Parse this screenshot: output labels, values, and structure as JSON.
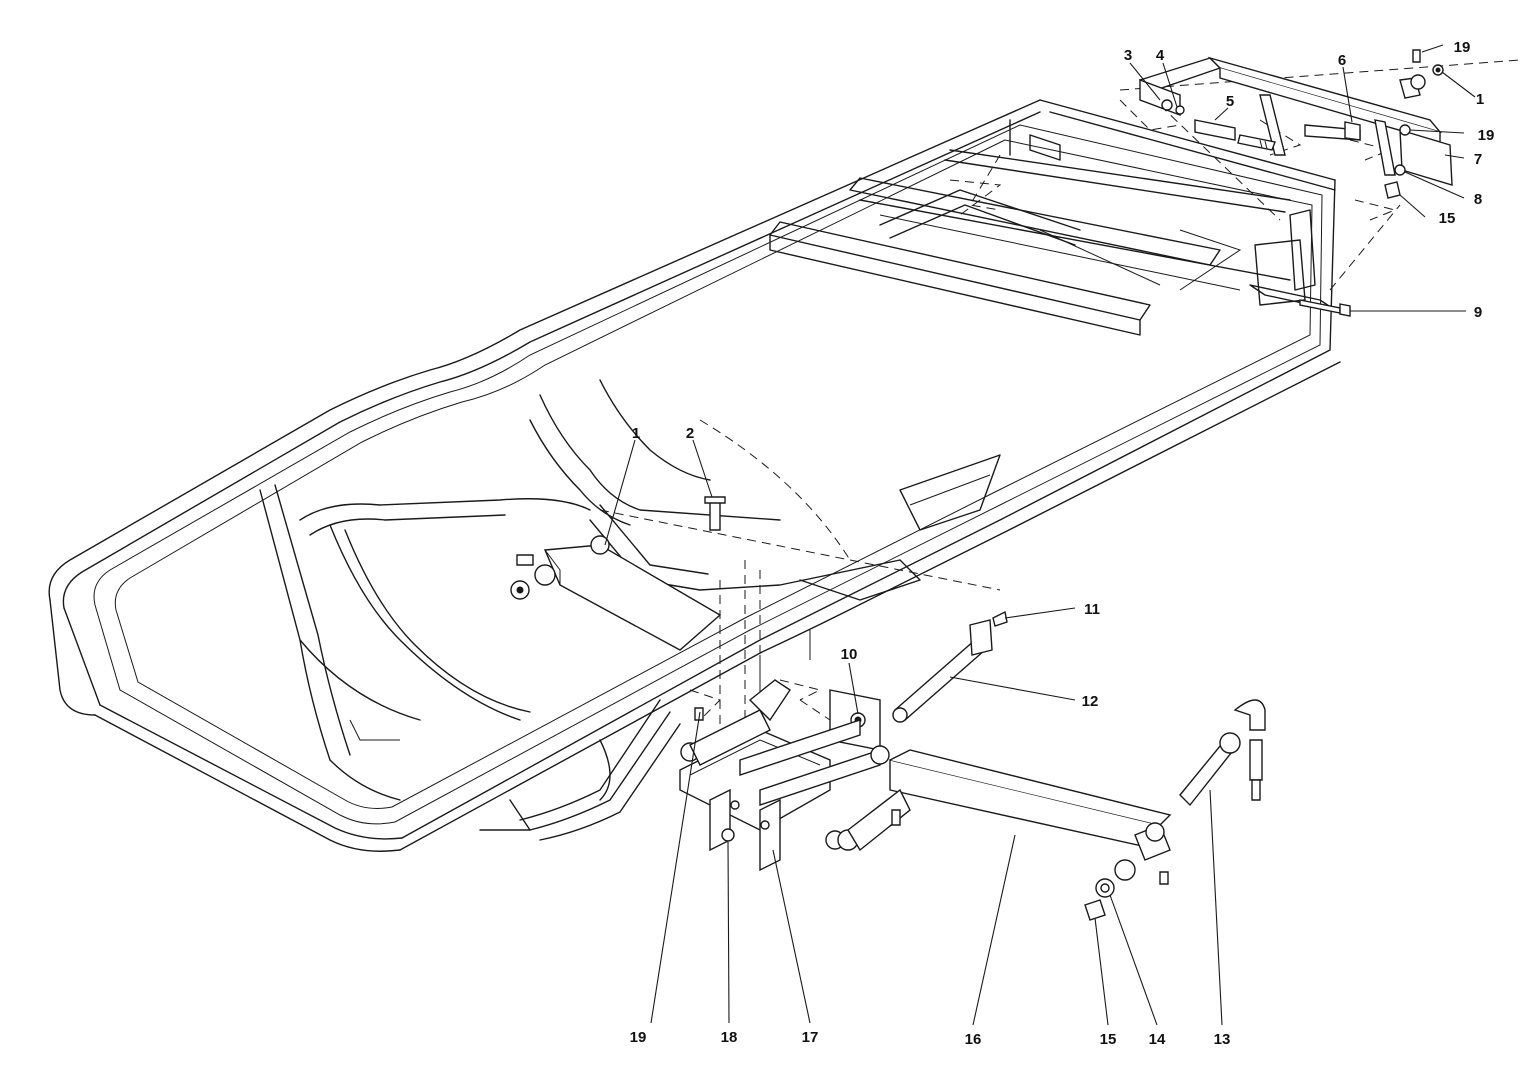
{
  "callouts": [
    {
      "id": "c1a",
      "label": "1"
    },
    {
      "id": "c2",
      "label": "2"
    },
    {
      "id": "c3",
      "label": "3"
    },
    {
      "id": "c4",
      "label": "4"
    },
    {
      "id": "c5",
      "label": "5"
    },
    {
      "id": "c6",
      "label": "6"
    },
    {
      "id": "c19a",
      "label": "19"
    },
    {
      "id": "c1b",
      "label": "1"
    },
    {
      "id": "c19b",
      "label": "19"
    },
    {
      "id": "c7",
      "label": "7"
    },
    {
      "id": "c8",
      "label": "8"
    },
    {
      "id": "c15a",
      "label": "15"
    },
    {
      "id": "c9",
      "label": "9"
    },
    {
      "id": "c10",
      "label": "10"
    },
    {
      "id": "c11",
      "label": "11"
    },
    {
      "id": "c12",
      "label": "12"
    },
    {
      "id": "c13",
      "label": "13"
    },
    {
      "id": "c14",
      "label": "14"
    },
    {
      "id": "c15b",
      "label": "15"
    },
    {
      "id": "c16",
      "label": "16"
    },
    {
      "id": "c17",
      "label": "17"
    },
    {
      "id": "c18",
      "label": "18"
    },
    {
      "id": "c19c",
      "label": "19"
    }
  ]
}
